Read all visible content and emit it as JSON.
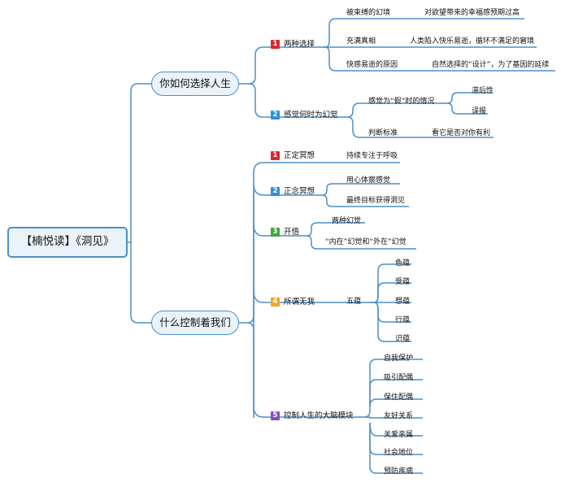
{
  "root": "【楠悦读】《洞见》",
  "branches": [
    {
      "label": "你如何选择人生",
      "subs": [
        {
          "num": "1",
          "color": "#d9282f",
          "label": "两种选择",
          "items": [
            {
              "label": "被束缚的幻境",
              "detail": "对欲望带来的幸福感预期过高"
            },
            {
              "label": "充满真相",
              "detail": "人类陷入快乐易逝，循环不满足的窘境"
            },
            {
              "label": "快感易逝的原因",
              "detail": "自然选择的“设计”，为了基因的延续"
            }
          ]
        },
        {
          "num": "2",
          "color": "#2e8fd6",
          "label": "感觉何时为幻觉",
          "items": [
            {
              "label": "感觉为“假”时的情况",
              "children": [
                "滞后性",
                "误报"
              ]
            },
            {
              "label": "判断标准",
              "detail": "看它是否对你有利"
            }
          ]
        }
      ]
    },
    {
      "label": "什么控制着我们",
      "subs": [
        {
          "num": "1",
          "color": "#d9282f",
          "label": "正定冥想",
          "items": [
            "持续专注于呼吸"
          ]
        },
        {
          "num": "2",
          "color": "#2e8fd6",
          "label": "正念冥想",
          "items": [
            "用心体察感觉",
            "最终目标获得洞见"
          ]
        },
        {
          "num": "3",
          "color": "#3aa83a",
          "label": "开悟",
          "items": [
            "两种幻觉",
            "“内在”幻觉和“外在”幻觉"
          ]
        },
        {
          "num": "4",
          "color": "#f2a51e",
          "label": "所谓无我",
          "group": "五蕴",
          "items": [
            "色蕴",
            "受蕴",
            "想蕴",
            "行蕴",
            "识蕴"
          ]
        },
        {
          "num": "5",
          "color": "#7e4fc9",
          "label": "控制人生的大脑模块",
          "items": [
            "自我保护",
            "吸引配偶",
            "保住配偶",
            "友好关系",
            "关爱亲属",
            "社会地位",
            "预防疾病"
          ]
        }
      ]
    }
  ]
}
